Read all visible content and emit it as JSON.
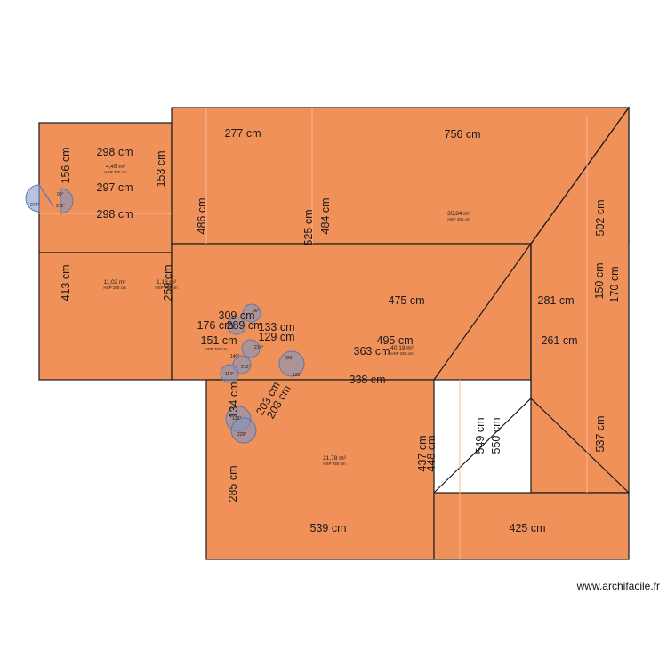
{
  "colors": {
    "room_fill": "#F0915A",
    "wall": "#1a1a1a",
    "door": "#5a78b4",
    "background": "#ffffff"
  },
  "watermark": "www.archifacile.fr",
  "dimensions": [
    "298 cm",
    "156 cm",
    "297 cm",
    "153 cm",
    "298 cm",
    "277 cm",
    "756 cm",
    "486 cm",
    "525 cm",
    "484 cm",
    "502 cm",
    "413 cm",
    "259 cm",
    "150 cm",
    "170 cm",
    "475 cm",
    "281 cm",
    "309 cm",
    "176 cm",
    "289 cm",
    "133 cm",
    "151 cm",
    "129 cm",
    "495 cm",
    "363 cm",
    "261 cm",
    "338 cm",
    "134 cm",
    "203 cm",
    "203 cm",
    "437 cm",
    "448 cm",
    "549 cm",
    "550 cm",
    "537 cm",
    "285 cm",
    "539 cm",
    "425 cm"
  ],
  "rooms": [
    {
      "area": "4,45 m²",
      "hsp": "HSP 250 cm"
    },
    {
      "area": "35,84 m²",
      "hsp": "HSP 250 cm"
    },
    {
      "area": "11,02 m²",
      "hsp": "HSP 250 cm"
    },
    {
      "area": "1,18 m²",
      "hsp": "HSP 250 cm"
    },
    {
      "area": "40,19 m²",
      "hsp": "HSP 250 cm"
    },
    {
      "area": "21,78 m²",
      "hsp": "HSP 250 cm"
    },
    {
      "area": "",
      "hsp": "HSP 250 cm"
    }
  ],
  "door_angles": [
    "272°",
    "272°",
    "90°",
    "90°",
    "140°",
    "214°",
    "212°",
    "114°",
    "226°",
    "133°",
    "132°",
    "226°"
  ]
}
